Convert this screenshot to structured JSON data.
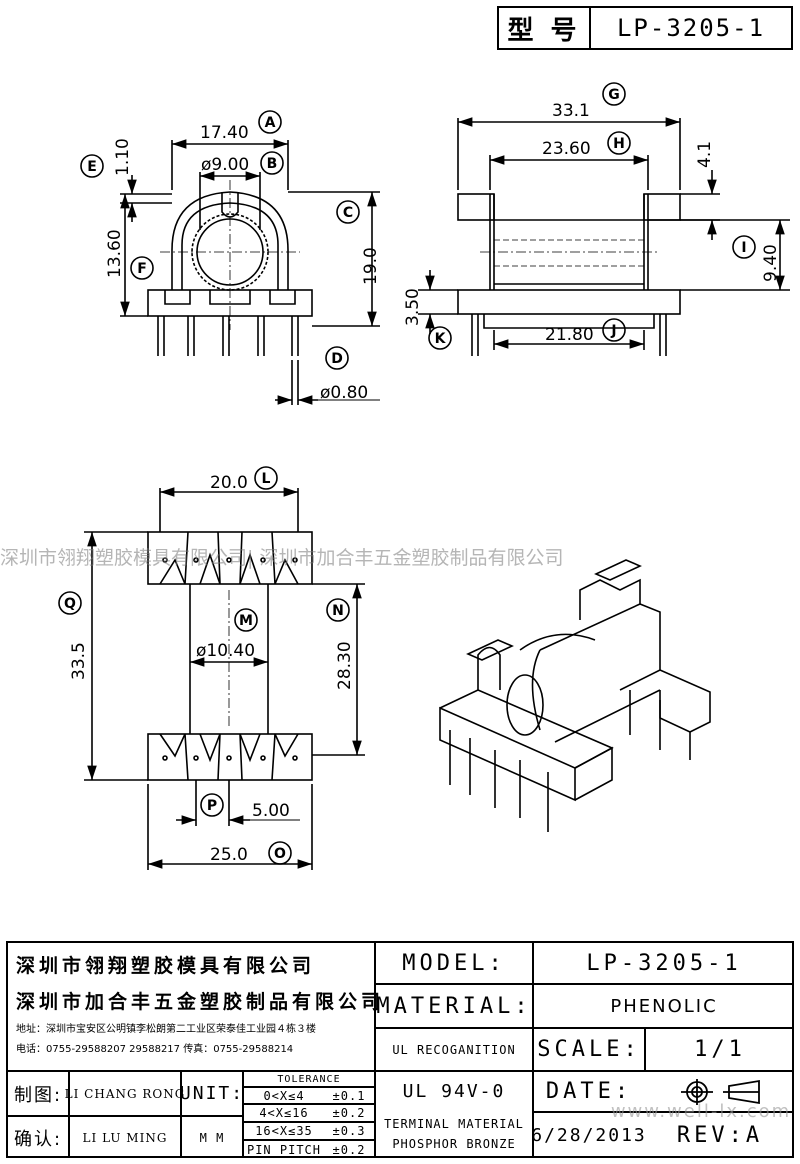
{
  "header": {
    "label": "型 号",
    "model": "LP-3205-1"
  },
  "watermark": "深圳市翎翔塑胶模具有限公司| 深圳市加合丰五金塑胶制品有限公司",
  "dimensions": {
    "A": "17.40",
    "B": "ø9.00",
    "C": "19.0",
    "D": "ø0.80",
    "E": "1.10",
    "F": "13.60",
    "G": "33.1",
    "H": "23.60",
    "I": "9.40",
    "J": "21.80",
    "K": "3.50",
    "h41": "4.1",
    "L": "20.0",
    "M": "ø10.40",
    "N": "28.30",
    "O": "25.0",
    "P": "5.00",
    "Q": "33.5"
  },
  "balloons": [
    "A",
    "B",
    "C",
    "D",
    "E",
    "F",
    "G",
    "H",
    "I",
    "J",
    "K",
    "L",
    "M",
    "N",
    "O",
    "P",
    "Q"
  ],
  "title_block": {
    "company1": "深圳市翎翔塑胶模具有限公司",
    "company2": "深圳市加合丰五金塑胶制品有限公司",
    "address": "地址：深圳市宝安区公明镇李松朗第二工业区荣泰佳工业园４栋３楼",
    "phone": "电话：0755-29588207  29588217      传真：0755-29588214",
    "model_label": "MODEL:",
    "model_value": "LP-3205-1",
    "material_label": "MATERIAL:",
    "material_value": "PHENOLIC",
    "ul_label": "UL RECOGANITION",
    "ul_value": "UL 94V-0",
    "scale_label": "SCALE:",
    "scale_value": "1/1",
    "date_label": "DATE:",
    "date_value": "6/28/2013",
    "rev_label": "REV:A",
    "terminal1": "TERMINAL MATERIAL",
    "terminal2": "PHOSPHOR  BRONZE",
    "drawn_label": "制图:",
    "drawn_name": "LI CHANG RONG",
    "check_label": "确认:",
    "check_name": "LI LU MING",
    "unit_label": "UNIT:",
    "unit_value": "M M",
    "tol_title": "TOLERANCE",
    "tol_rows": [
      {
        "range": "0<X≤4",
        "tol": "±0.1"
      },
      {
        "range": "4<X≤16",
        "tol": "±0.2"
      },
      {
        "range": "16<X≤35",
        "tol": "±0.3"
      },
      {
        "range": "PIN PITCH",
        "tol": "±0.2"
      }
    ],
    "site": "www.well-lx.com"
  }
}
